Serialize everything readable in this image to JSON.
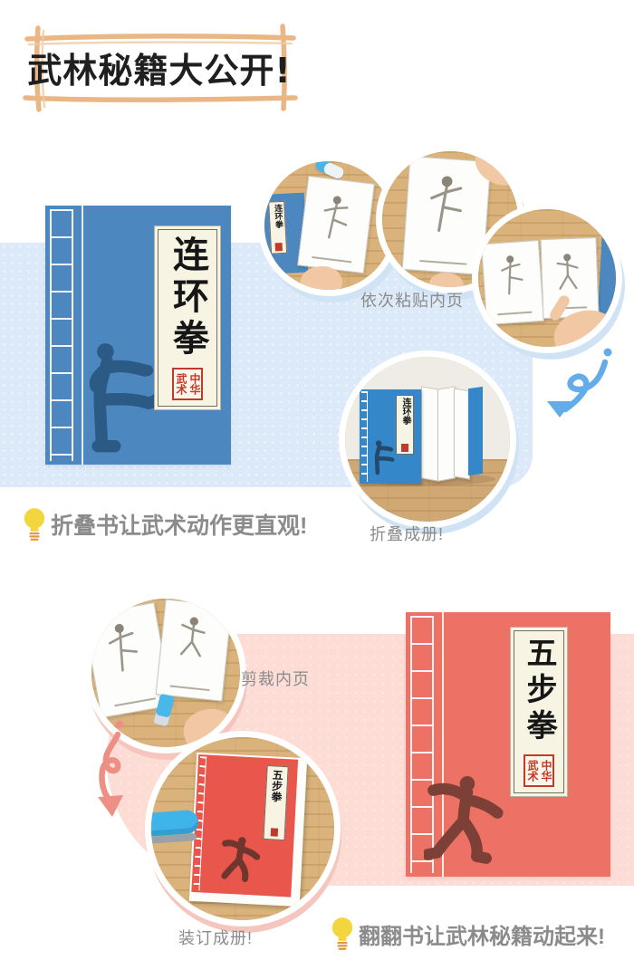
{
  "header": {
    "title": "武林秘籍大公开!"
  },
  "top_section": {
    "paste_caption": "依次粘贴内页",
    "fold_caption": "折叠成册!",
    "tip": "折叠书让武术动作更直观!"
  },
  "bottom_section": {
    "cut_caption": "剪裁内页",
    "bind_caption": "装订成册!",
    "tip": "翻翻书让武林秘籍动起来!"
  },
  "books": {
    "blue": {
      "title": "连环拳",
      "seal": "中华武术"
    },
    "red": {
      "title": "五步拳",
      "seal": "中华武术"
    }
  },
  "colors": {
    "blue_section_bg": "#dce9f8",
    "pink_section_bg": "#fcdcd4",
    "blue_cover": "#4d87bf",
    "blue_silhouette": "#2b5a84",
    "red_cover": "#ee7166",
    "red_silhouette": "#7d4036",
    "frame_tan": "#e9b684",
    "seal_red": "#c23b2a",
    "caption_gray": "#8b8b8b",
    "arrow_blue": "#63ace9",
    "arrow_pink": "#ee8f86",
    "bulb_yellow": "#f3d63d",
    "wood": "#d9b37b"
  }
}
